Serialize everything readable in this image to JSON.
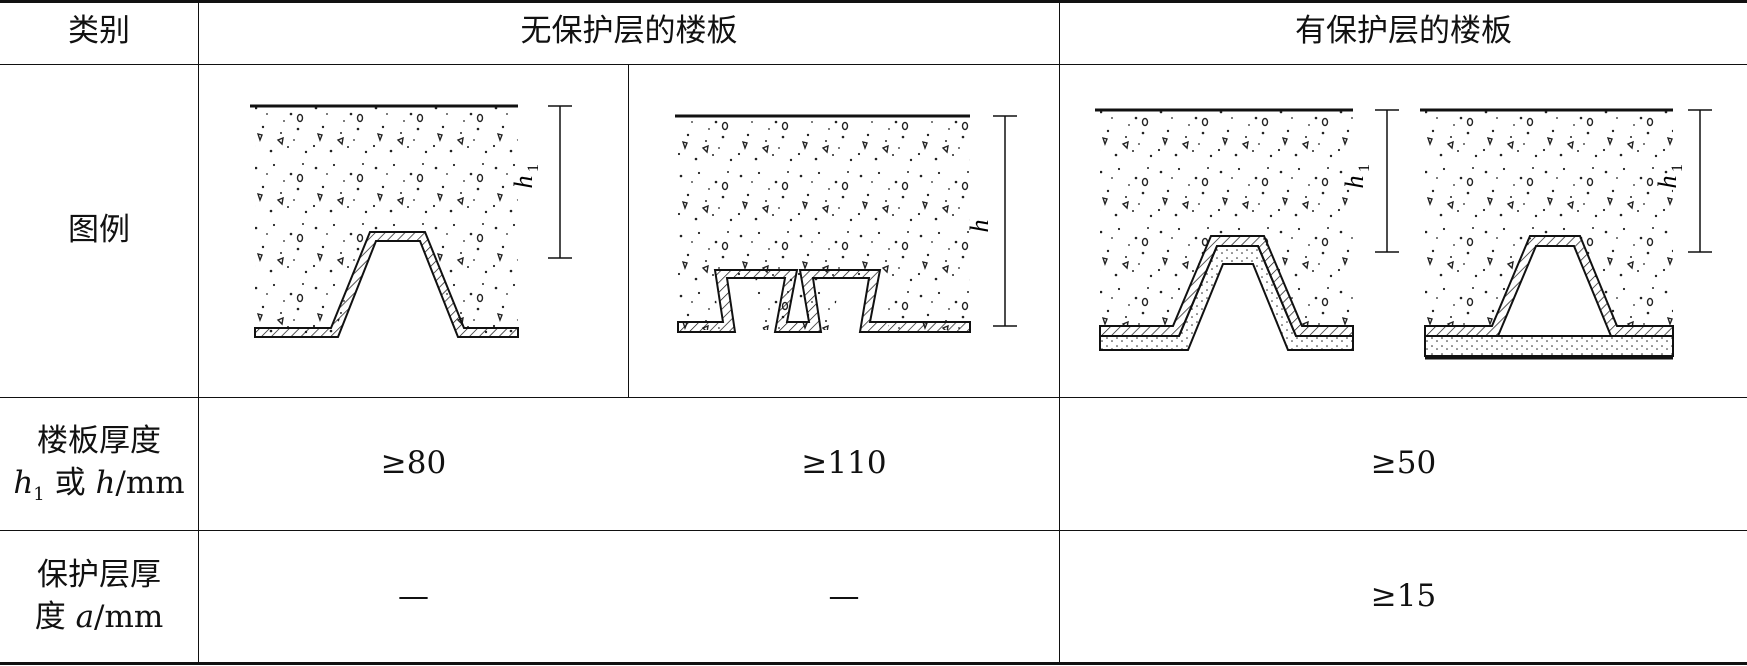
{
  "header": {
    "category": "类别",
    "no_protection": "无保护层的楼板",
    "with_protection": "有保护层的楼板"
  },
  "rows": {
    "legend_label": "图例",
    "thickness_label_line1": "楼板厚度",
    "thickness_label_h1": "h",
    "thickness_label_h1_sub": "1",
    "thickness_label_or": "或",
    "thickness_label_h": "h",
    "thickness_label_unit": "/mm",
    "protect_label_line1": "保护层厚",
    "protect_label_line2_prefix": "度",
    "protect_label_a": "a",
    "protect_label_unit": "/mm"
  },
  "values": {
    "thickness": [
      "≥80",
      "≥110",
      "≥50"
    ],
    "protection": [
      "—",
      "—",
      "≥15"
    ]
  },
  "figure_labels": {
    "h1": "h",
    "h1_sub": "1",
    "h": "h"
  }
}
